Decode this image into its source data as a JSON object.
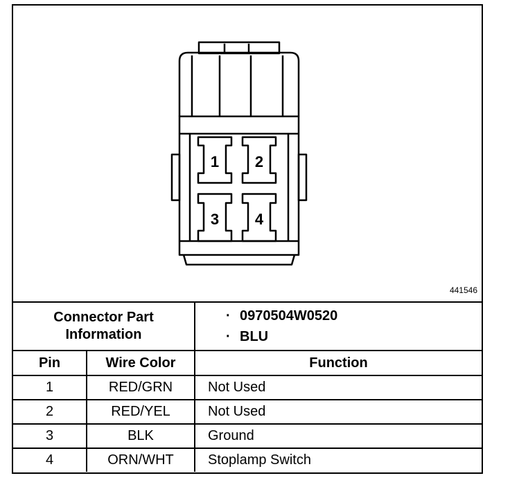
{
  "figure_id": "441546",
  "connector": {
    "pins": [
      "1",
      "2",
      "3",
      "4"
    ]
  },
  "part_info": {
    "label": "Connector Part Information",
    "label_line1": "Connector Part",
    "label_line2": "Information",
    "bullet": "·",
    "values": [
      "0970504W0520",
      "BLU"
    ]
  },
  "table": {
    "headers": [
      "Pin",
      "Wire Color",
      "Function"
    ],
    "rows": [
      {
        "pin": "1",
        "wire": "RED/GRN",
        "function": "Not Used"
      },
      {
        "pin": "2",
        "wire": "RED/YEL",
        "function": "Not Used"
      },
      {
        "pin": "3",
        "wire": "BLK",
        "function": "Ground"
      },
      {
        "pin": "4",
        "wire": "ORN/WHT",
        "function": "Stoplamp Switch"
      }
    ]
  }
}
